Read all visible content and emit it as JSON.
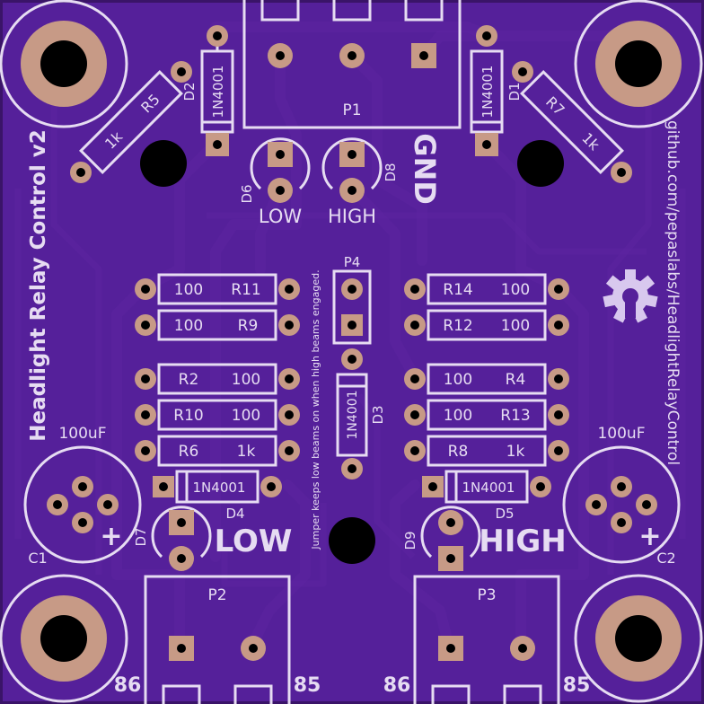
{
  "board": {
    "title": "Headlight Relay Control v2",
    "url": "github.com/pepaslabs/HeadlightRelayControl",
    "jumper_note": "Jumper keeps low beams on when high beams engaged.",
    "gnd_label": "GND",
    "colors": {
      "substrate": "#3a1468",
      "soldermask": "#55209a",
      "silkscreen": "#e6dcf2",
      "copper": "#c79a86",
      "drill": "#000000"
    }
  },
  "connectors": {
    "p1": "P1",
    "p2": "P2",
    "p3": "P3",
    "p4": "P4",
    "pin86_left": "86",
    "pin85_left": "85",
    "pin86_right": "86",
    "pin85_right": "85"
  },
  "diodes": {
    "d1": "D1",
    "d1_val": "1N4001",
    "d2": "D2",
    "d2_val": "1N4001",
    "d3": "D3",
    "d3_val": "1N4001",
    "d4": "D4",
    "d4_val": "1N4001",
    "d5": "D5",
    "d5_val": "1N4001",
    "d6": "D6",
    "d7": "D7",
    "d8": "D8",
    "d9": "D9"
  },
  "resistors": {
    "r5": "R5",
    "r5_val": "1k",
    "r7": "R7",
    "r7_val": "1k",
    "r11": "R11",
    "r11_val": "100",
    "r9": "R9",
    "r9_val": "100",
    "r2": "R2",
    "r2_val": "100",
    "r10": "R10",
    "r10_val": "100",
    "r6": "R6",
    "r6_val": "1k",
    "r14": "R14",
    "r14_val": "100",
    "r12": "R12",
    "r12_val": "100",
    "r4": "R4",
    "r4_val": "100",
    "r13": "R13",
    "r13_val": "100",
    "r8": "R8",
    "r8_val": "1k"
  },
  "capacitors": {
    "c1": "C1",
    "c1_val": "100uF",
    "c2": "C2",
    "c2_val": "100uF",
    "plus": "+"
  },
  "leds": {
    "low_top": "LOW",
    "high_top": "HIGH",
    "low_big": "LOW",
    "high_big": "HIGH"
  }
}
